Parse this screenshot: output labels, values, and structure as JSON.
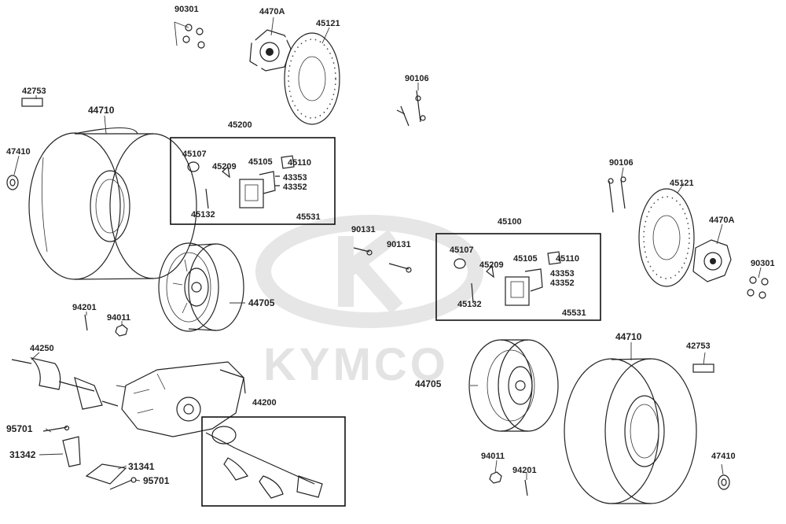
{
  "watermark": {
    "text": "KYMCO"
  },
  "labels": {
    "p90301_top": "90301",
    "p4470A_top": "4470A",
    "p45121_top": "45121",
    "p42753_left": "42753",
    "p44710_left": "44710",
    "p47410_left": "47410",
    "p45200": "45200",
    "p45107_a": "45107",
    "p45209_a": "45209",
    "p45105_a": "45105",
    "p45110_a": "45110",
    "p43353_a": "43353",
    "p43352_a": "43352",
    "p45132_a": "45132",
    "p45531_a": "45531",
    "p90106_top": "90106",
    "p90131_a": "90131",
    "p90131_b": "90131",
    "p44705_left": "44705",
    "p94201_left": "94201",
    "p94011_left": "94011",
    "p44250": "44250",
    "p95701_a": "95701",
    "p31342": "31342",
    "p31341": "31341",
    "p95701_b": "95701",
    "p44200": "44200",
    "p45100": "45100",
    "p45107_b": "45107",
    "p45209_b": "45209",
    "p45105_b": "45105",
    "p45110_b": "45110",
    "p43353_b": "43353",
    "p43352_b": "43352",
    "p45132_b": "45132",
    "p45531_b": "45531",
    "p90106_right": "90106",
    "p45121_right": "45121",
    "p4470A_right": "4470A",
    "p90301_right": "90301",
    "p44710_right": "44710",
    "p42753_right": "42753",
    "p44705_right": "44705",
    "p94011_right": "94011",
    "p94201_right": "94201",
    "p47410_right": "47410"
  }
}
